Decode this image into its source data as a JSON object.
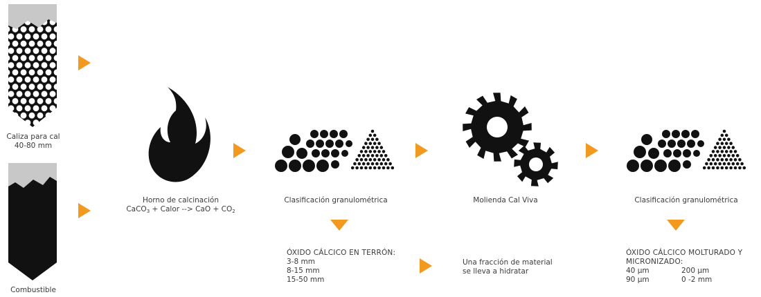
{
  "colors": {
    "accent": "#f39a1e",
    "ink": "#111111",
    "gray": "#c8c8c8",
    "text": "#3a3a3a"
  },
  "icons": [
    "limestone-silo-icon",
    "fuel-silo-icon",
    "flame-icon",
    "granulometry-icon",
    "gears-icon",
    "arrow-right-icon",
    "arrow-down-icon"
  ],
  "inputs": {
    "limestone_line1": "Caliza para cal",
    "limestone_line2": "40-80 mm",
    "fuel": "Combustible"
  },
  "kiln": {
    "title": "Horno de calcinación",
    "eq_a": "CaCO",
    "eq_a_sub": "3",
    "eq_b": " + Calor --> CaO + CO",
    "eq_b_sub": "2"
  },
  "classification1": {
    "title": "Clasificación granulométrica",
    "result_title": "ÓXIDO CÁLCICO EN TERRÓN:",
    "sizes": [
      "3-8 mm",
      "8-15 mm",
      "15-50 mm"
    ]
  },
  "milling": {
    "title": "Molienda Cal Viva",
    "hydrate_line1": "Una fracción de material",
    "hydrate_line2": "se lleva a hidratar"
  },
  "classification2": {
    "title": "Clasificación granulométrica",
    "result_line1": "ÓXIDO CÁLCICO MOLTURADO Y",
    "result_line2": "MICRONIZADO:",
    "sizes": [
      "40 µm",
      "200 µm",
      "90 µm",
      "0 -2 mm"
    ]
  }
}
